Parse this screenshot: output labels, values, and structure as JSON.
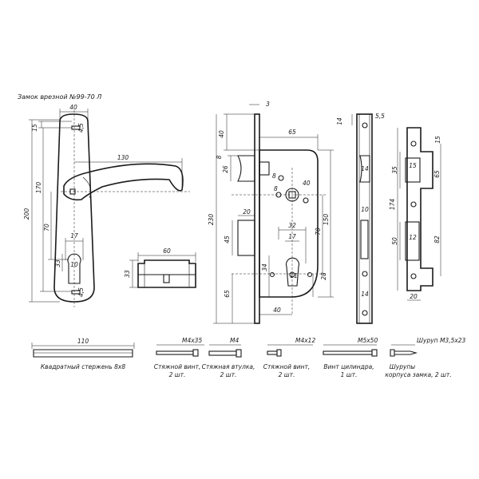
{
  "title": "Замок врезной №99-70 Л",
  "handle": {
    "dims": [
      "40",
      "15",
      "4,5",
      "200",
      "170",
      "130",
      "70",
      "17",
      "33",
      "10",
      "4,5"
    ]
  },
  "cylinder": {
    "dims": [
      "60",
      "33"
    ]
  },
  "lock_body": {
    "dims": [
      "3",
      "40",
      "65",
      "8",
      "26",
      "8",
      "8",
      "40",
      "230",
      "20",
      "32",
      "17",
      "150",
      "70",
      "45",
      "34",
      "11",
      "28",
      "65",
      "40"
    ]
  },
  "faceplate": {
    "dims": [
      "14",
      "5,5",
      "14",
      "10",
      "14"
    ]
  },
  "strike": {
    "dims": [
      "15",
      "35",
      "15",
      "174",
      "65",
      "50",
      "12",
      "82",
      "20"
    ]
  },
  "parts": [
    {
      "spec": "110",
      "caption": "Квадратный стержень 8х8"
    },
    {
      "spec": "М4х35",
      "caption1": "Стяжной винт,",
      "caption2": "2 шт."
    },
    {
      "spec": "М4",
      "caption1": "Стяжная втулка,",
      "caption2": "2 шт."
    },
    {
      "spec": "М4х12",
      "caption1": "Стяжной винт,",
      "caption2": "2 шт."
    },
    {
      "spec": "М5х50",
      "caption1": "Винт цилиндра,",
      "caption2": "1 шт."
    },
    {
      "spec": "Шуруп М3,5х23",
      "caption1": "Шурупы",
      "caption2": "корпуса замка, 2 шт."
    }
  ]
}
